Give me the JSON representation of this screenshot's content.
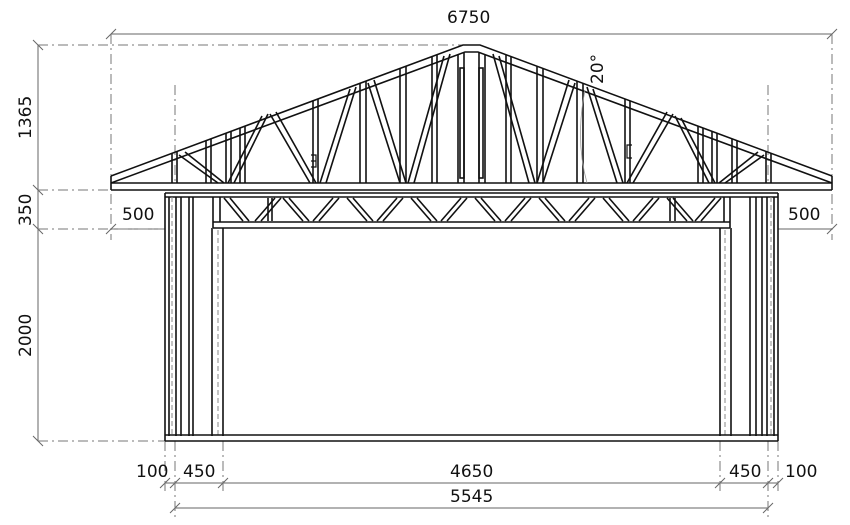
{
  "drawing": {
    "type": "front-elevation",
    "subject": "steel-frame building with pitched roof trusses and floor truss",
    "roof_pitch_label": "20°",
    "colors": {
      "line": "#111111",
      "dim": "#555555",
      "hidden": "#888888",
      "background": "#ffffff"
    }
  },
  "dimensions": {
    "overall_width": "6750",
    "roof_height": "1365",
    "floor_truss_height": "350",
    "wall_height": "2000",
    "overhang_left": "500",
    "overhang_right": "500",
    "wall_thickness_left": "100",
    "stud_zone_left": "450",
    "opening_width": "4650",
    "stud_zone_right": "450",
    "wall_thickness_right": "100",
    "wall_span": "5545"
  }
}
